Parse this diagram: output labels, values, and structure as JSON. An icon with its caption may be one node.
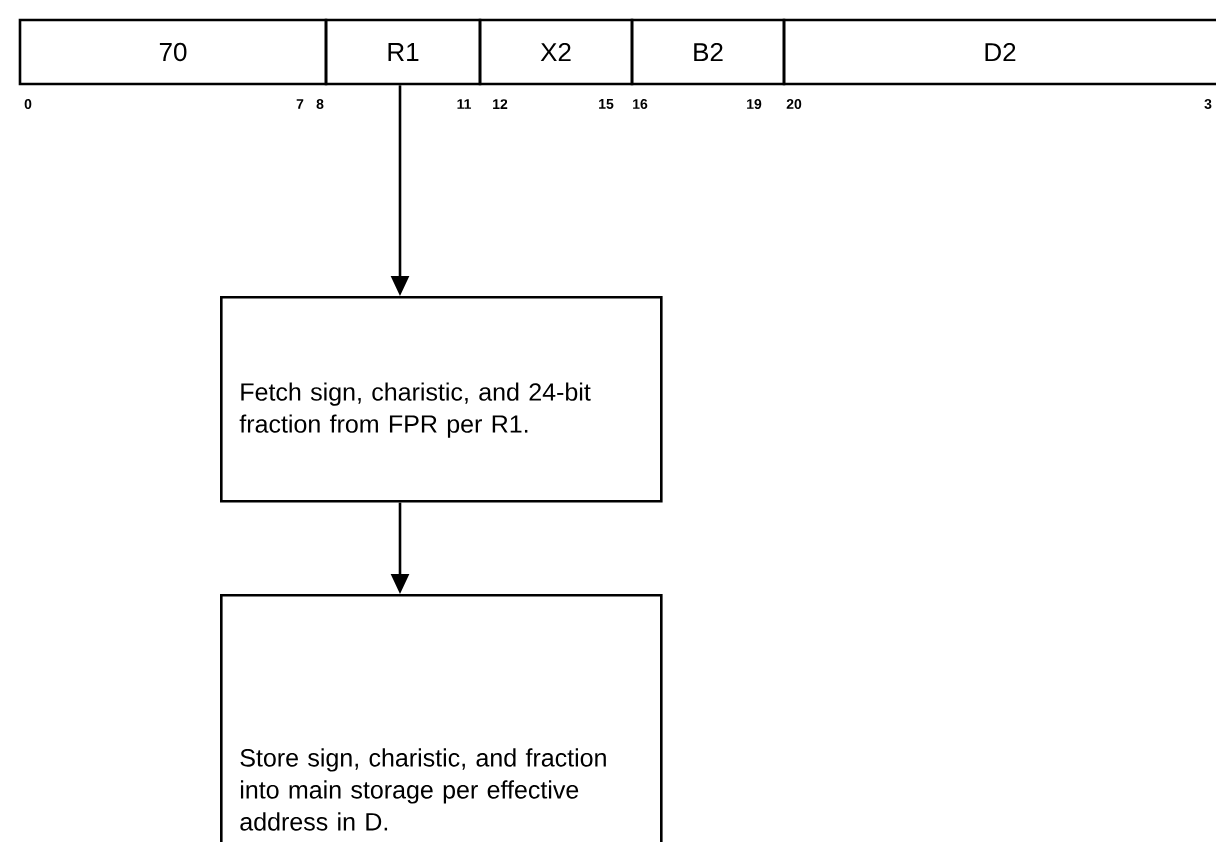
{
  "diagram": {
    "nodes": [
      {
        "text": [
          "70"
        ]
      },
      {
        "text": [
          "R1"
        ]
      },
      {
        "text": [
          "X2"
        ]
      },
      {
        "text": [
          "B2"
        ]
      },
      {
        "text": [
          "D2"
        ]
      },
      {
        "text": [
          "Fetch sign, charistic, and 24-bit fraction from FPR per R1."
        ]
      },
      {
        "text": [
          "Store sign, charistic, and fraction into main storage per effective address in D."
        ]
      }
    ],
    "edges": [
      {
        "from": 1,
        "to": 5,
        "arrow": "to"
      },
      {
        "from": 5,
        "to": 6,
        "arrow": "to"
      }
    ],
    "labels": [
      "0",
      "7",
      "8",
      "11",
      "12",
      "15",
      "16",
      "19",
      "20",
      "3"
    ]
  }
}
